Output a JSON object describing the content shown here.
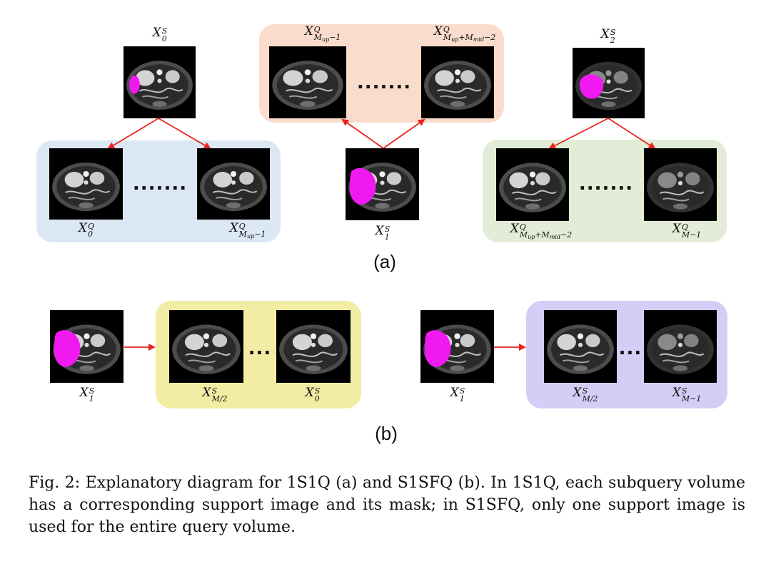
{
  "labels": {
    "x0s": {
      "base": "X",
      "sup": "S",
      "sub": "0"
    },
    "x2s": {
      "base": "X",
      "sup": "S",
      "sub": "2"
    },
    "xq_mup1_top": {
      "base": "X",
      "sup": "Q",
      "sub": "M",
      "subsub": "up",
      "tail": "−1"
    },
    "xq_mupmid2_top": {
      "base": "X",
      "sup": "Q",
      "sub": "M",
      "subsub": "up",
      "tail": "+M",
      "tailsub": "mid",
      "tail2": "−2"
    },
    "xq0": {
      "base": "X",
      "sup": "Q",
      "sub": "0"
    },
    "xq_mup1_bottom": {
      "base": "X",
      "sup": "Q",
      "sub": "M",
      "subsub": "up",
      "tail": "−1"
    },
    "x1s_a": {
      "base": "X",
      "sup": "S",
      "sub": "1"
    },
    "xq_mupmid2_bottom": {
      "base": "X",
      "sup": "Q",
      "sub": "M",
      "subsub": "up",
      "tail": "+M",
      "tailsub": "mid",
      "tail2": "−2"
    },
    "xq_m1": {
      "base": "X",
      "sup": "Q",
      "sub": "M−1"
    },
    "x1s_b_left": {
      "base": "X",
      "sup": "S",
      "sub": "1"
    },
    "xs_m2_left": {
      "base": "X",
      "sup": "S",
      "sub": "M/2"
    },
    "x0s_b": {
      "base": "X",
      "sup": "S",
      "sub": "0"
    },
    "x1s_b_right": {
      "base": "X",
      "sup": "S",
      "sub": "1"
    },
    "xs_m2_right": {
      "base": "X",
      "sup": "S",
      "sub": "M/2"
    },
    "xs_m1": {
      "base": "X",
      "sup": "S",
      "sub": "M−1"
    }
  },
  "dots": {
    "top_panel": ".......",
    "blue_panel": ".......",
    "green_panel": ".......",
    "yellow_panel": "...",
    "purple_panel": "..."
  },
  "subfigure_labels": {
    "a": "(a)",
    "b": "(b)"
  },
  "caption": {
    "text": "Fig. 2: Explanatory diagram for 1S1Q (a) and S1SFQ (b). In 1S1Q, each subquery volume has a corresponding support image and its mask; in S1SFQ, only one support image is used for the entire query volume."
  },
  "colors": {
    "panel_orange": "#f9dccb",
    "panel_blue": "#dbe7f4",
    "panel_green": "#e2ecd6",
    "panel_yellow": "#f3eca4",
    "panel_purple": "#d4cdf6",
    "arrow_red": "#e8231c",
    "mask_magenta": "#f019f0"
  }
}
